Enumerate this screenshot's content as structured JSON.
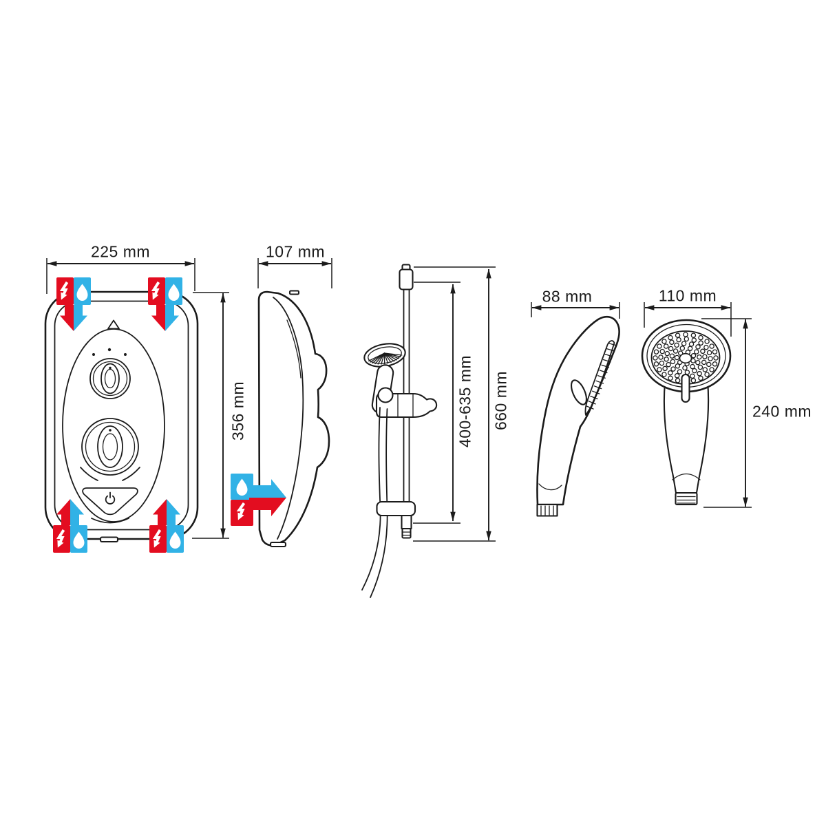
{
  "diagram": {
    "subject": "Electric shower dimensioned technical drawing",
    "views": {
      "front": "shower unit front view",
      "side": "shower unit side view",
      "rail": "riser rail with handset and hose",
      "handset_side": "handset side view",
      "handset_front": "handset front view"
    },
    "dimensions": {
      "front_width": "225 mm",
      "front_height": "356 mm",
      "side_depth": "107 mm",
      "rail_adjustable_range": "400-635 mm",
      "rail_overall_height": "660 mm",
      "handset_side_width": "88 mm",
      "handset_head_width": "110 mm",
      "handset_length": "240 mm"
    },
    "colors": {
      "electric": "#e30d20",
      "water": "#31b2e6",
      "line": "#1b1b1b",
      "background": "#ffffff"
    },
    "icons": [
      "lightning-bolt-icon",
      "water-drop-icon"
    ]
  }
}
